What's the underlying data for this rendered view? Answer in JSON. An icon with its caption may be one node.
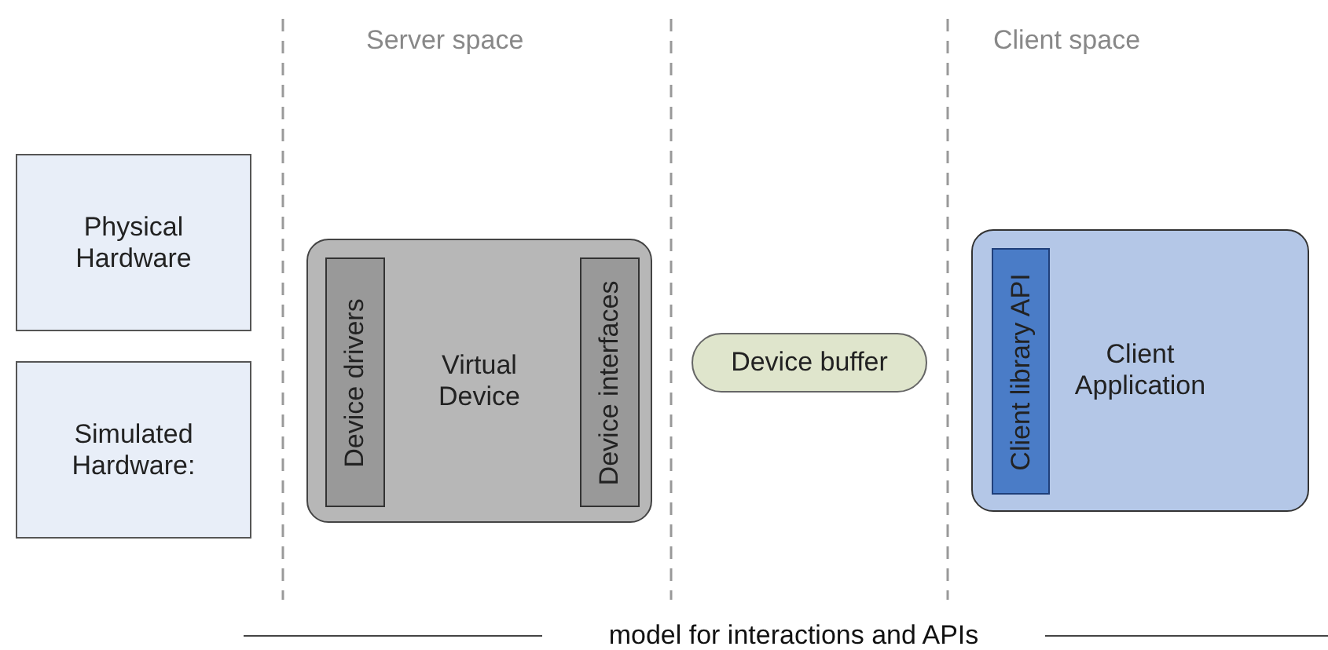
{
  "diagram": {
    "caption": "model for interactions and APIs",
    "nodes": [
      {
        "text": [
          "Physical Hardware"
        ]
      },
      {
        "text": [
          "Simulated Hardware:"
        ]
      },
      {
        "text": [
          "Virtual Device"
        ]
      },
      {
        "text": [
          "Device drivers"
        ],
        "in": 2
      },
      {
        "text": [
          "Device interfaces"
        ],
        "in": 2
      },
      {
        "text": [
          "Device buffer"
        ]
      },
      {
        "text": [
          "Client Application"
        ]
      },
      {
        "text": [
          "Client library API"
        ],
        "in": 6
      }
    ],
    "edges": [],
    "labels": [
      "Server space",
      "Client space"
    ]
  }
}
